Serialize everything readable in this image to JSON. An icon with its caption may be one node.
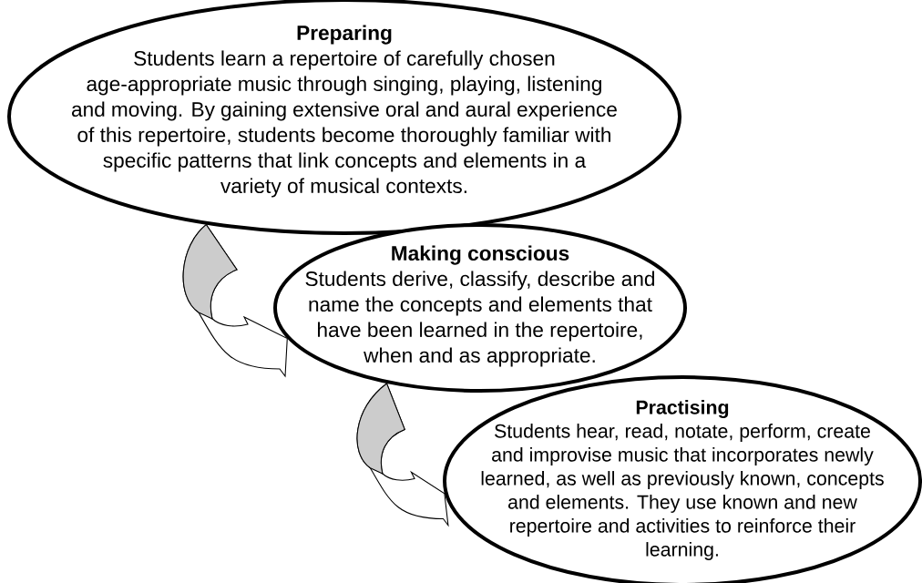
{
  "diagram": {
    "nodes": [
      {
        "text": [
          "Preparing",
          "Students learn a repertoire of carefully chosen age-appropriate music through singing, playing, listening and moving. By gaining extensive oral and aural experience of this repertoire, students become thoroughly familiar with specific patterns that link concepts and elements in a variety of musical contexts."
        ]
      },
      {
        "text": [
          "Making conscious",
          "Students derive, classify, describe and name the concepts and elements that have been learned in the repertoire, when and as appropriate."
        ]
      },
      {
        "text": [
          "Practising",
          "Students hear, read, notate, perform, create and improvise music that incorporates newly learned, as well as previously known, concepts and elements. They use known and new repertoire and activities to reinforce their learning."
        ]
      }
    ],
    "edges": [
      {
        "from": 0,
        "to": 1,
        "arrow": "to"
      },
      {
        "from": 1,
        "to": 2,
        "arrow": "to"
      }
    ]
  }
}
